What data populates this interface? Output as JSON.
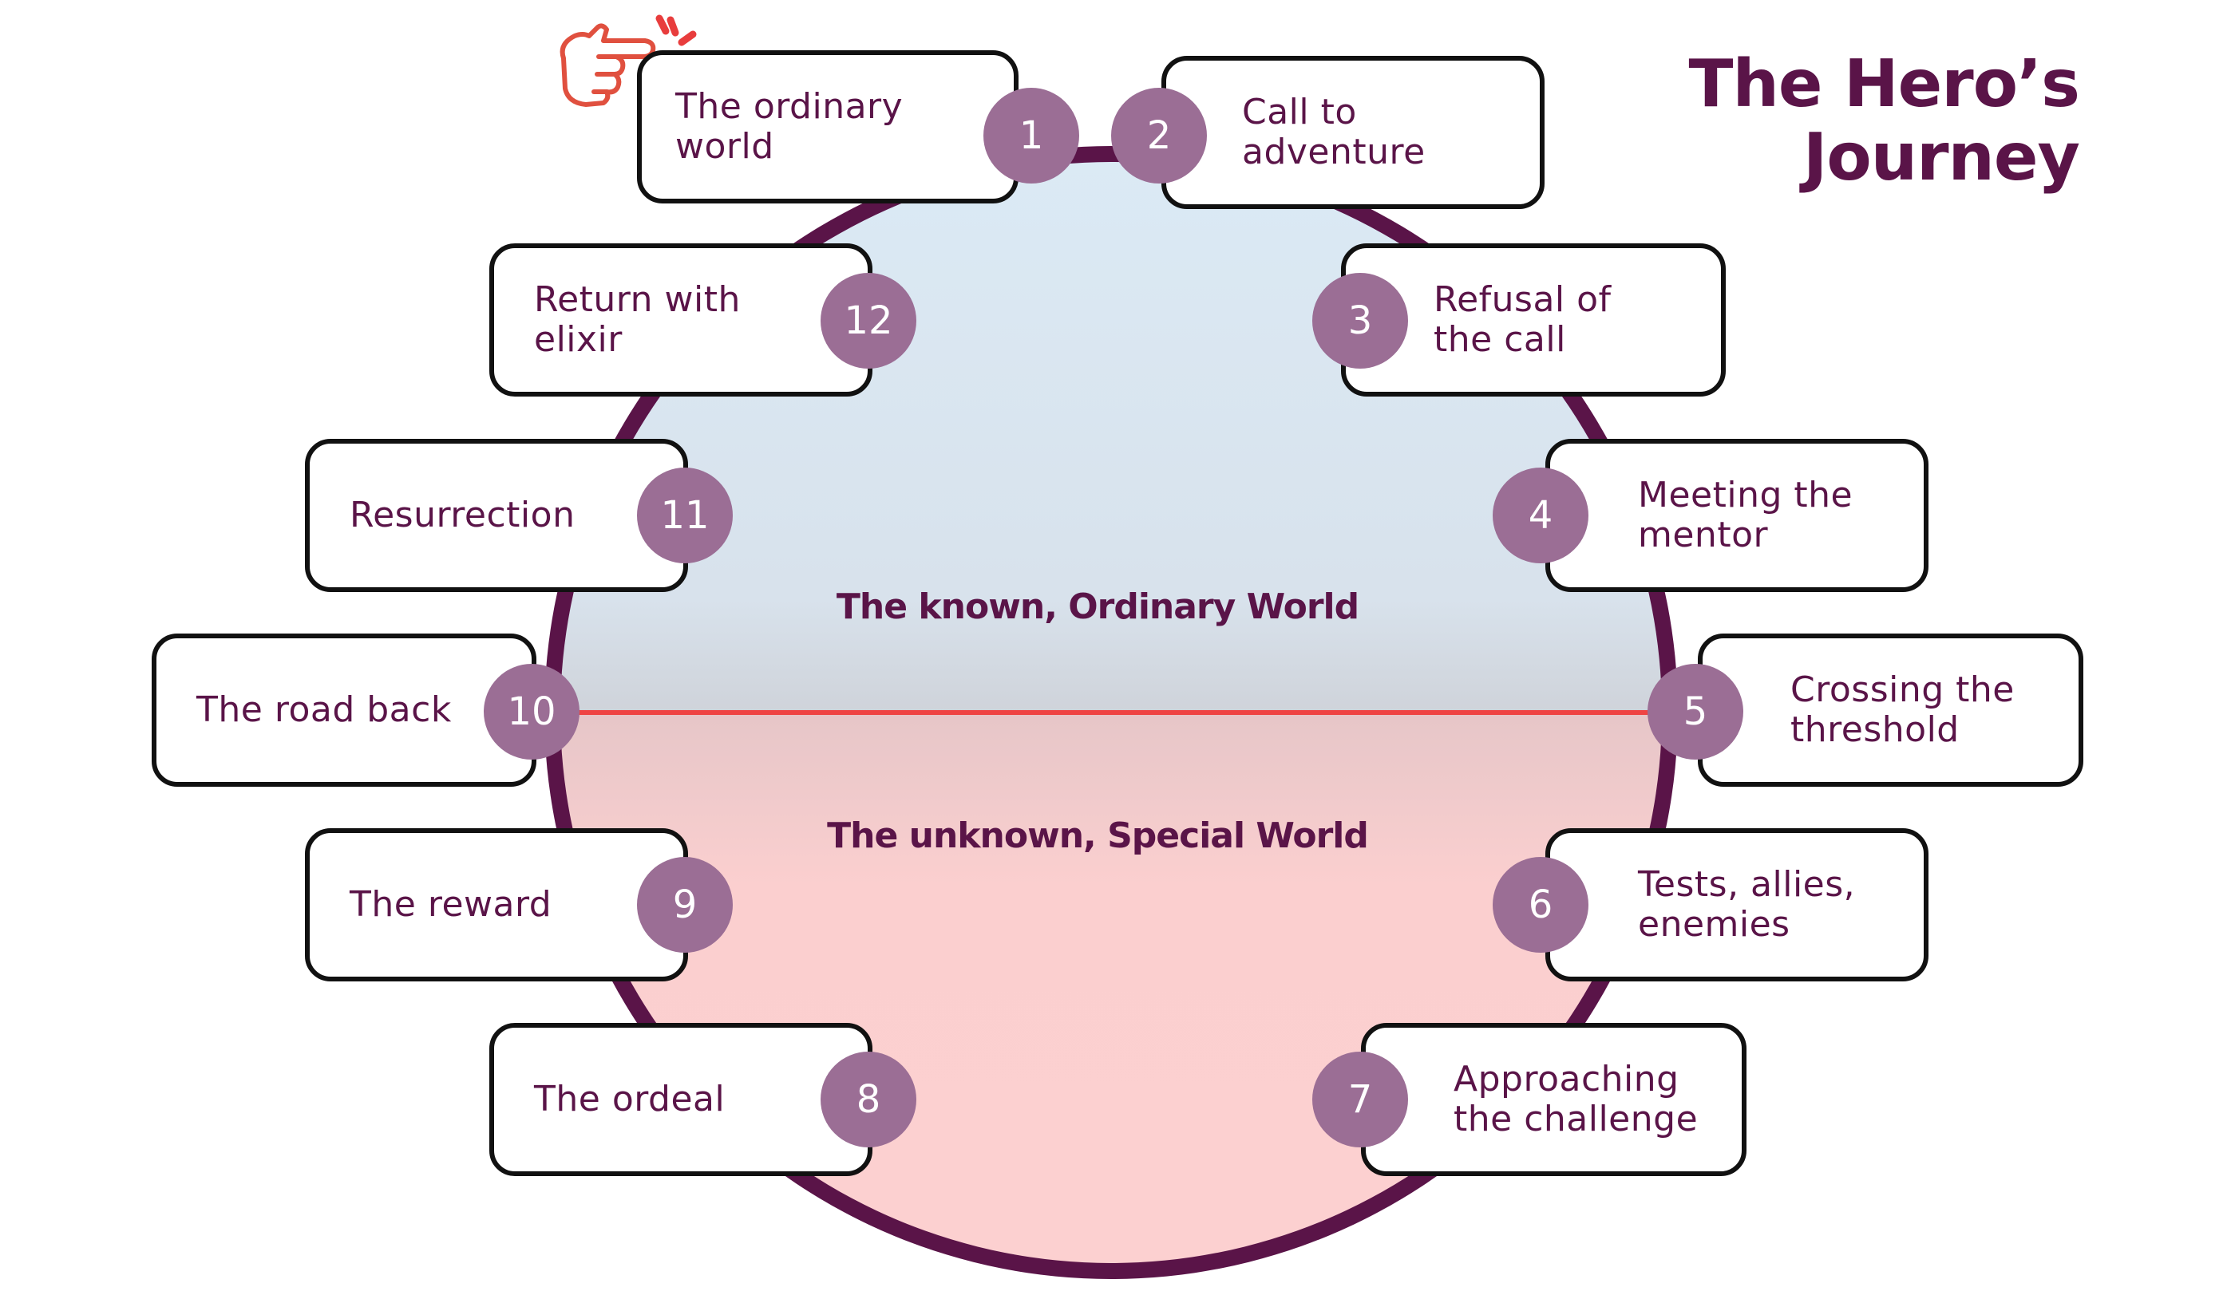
{
  "title": {
    "line1": "The Hero’s",
    "line2": "Journey"
  },
  "regions": {
    "known": "The known, Ordinary World",
    "unknown": "The unknown, Special World"
  },
  "colors": {
    "ring": "#5a1448",
    "known_fill": "#dbeaf5",
    "unknown_fill": "#fcd0d0",
    "threshold_line": "#ef4444",
    "number_badge": "#9b6e95",
    "text": "#5a1448",
    "pointer_icon": "#e0503f"
  },
  "icons": {
    "pointer": "pointing-hand-icon"
  },
  "steps": [
    {
      "number": "1",
      "label": "The ordinary\nworld"
    },
    {
      "number": "2",
      "label": "Call to\nadventure"
    },
    {
      "number": "3",
      "label": "Refusal of\nthe call"
    },
    {
      "number": "4",
      "label": "Meeting the\nmentor"
    },
    {
      "number": "5",
      "label": "Crossing the\nthreshold"
    },
    {
      "number": "6",
      "label": "Tests, allies,\nenemies"
    },
    {
      "number": "7",
      "label": "Approaching\nthe challenge"
    },
    {
      "number": "8",
      "label": "The ordeal"
    },
    {
      "number": "9",
      "label": "The reward"
    },
    {
      "number": "10",
      "label": "The road back"
    },
    {
      "number": "11",
      "label": "Resurrection"
    },
    {
      "number": "12",
      "label": "Return with\nelixir"
    }
  ]
}
